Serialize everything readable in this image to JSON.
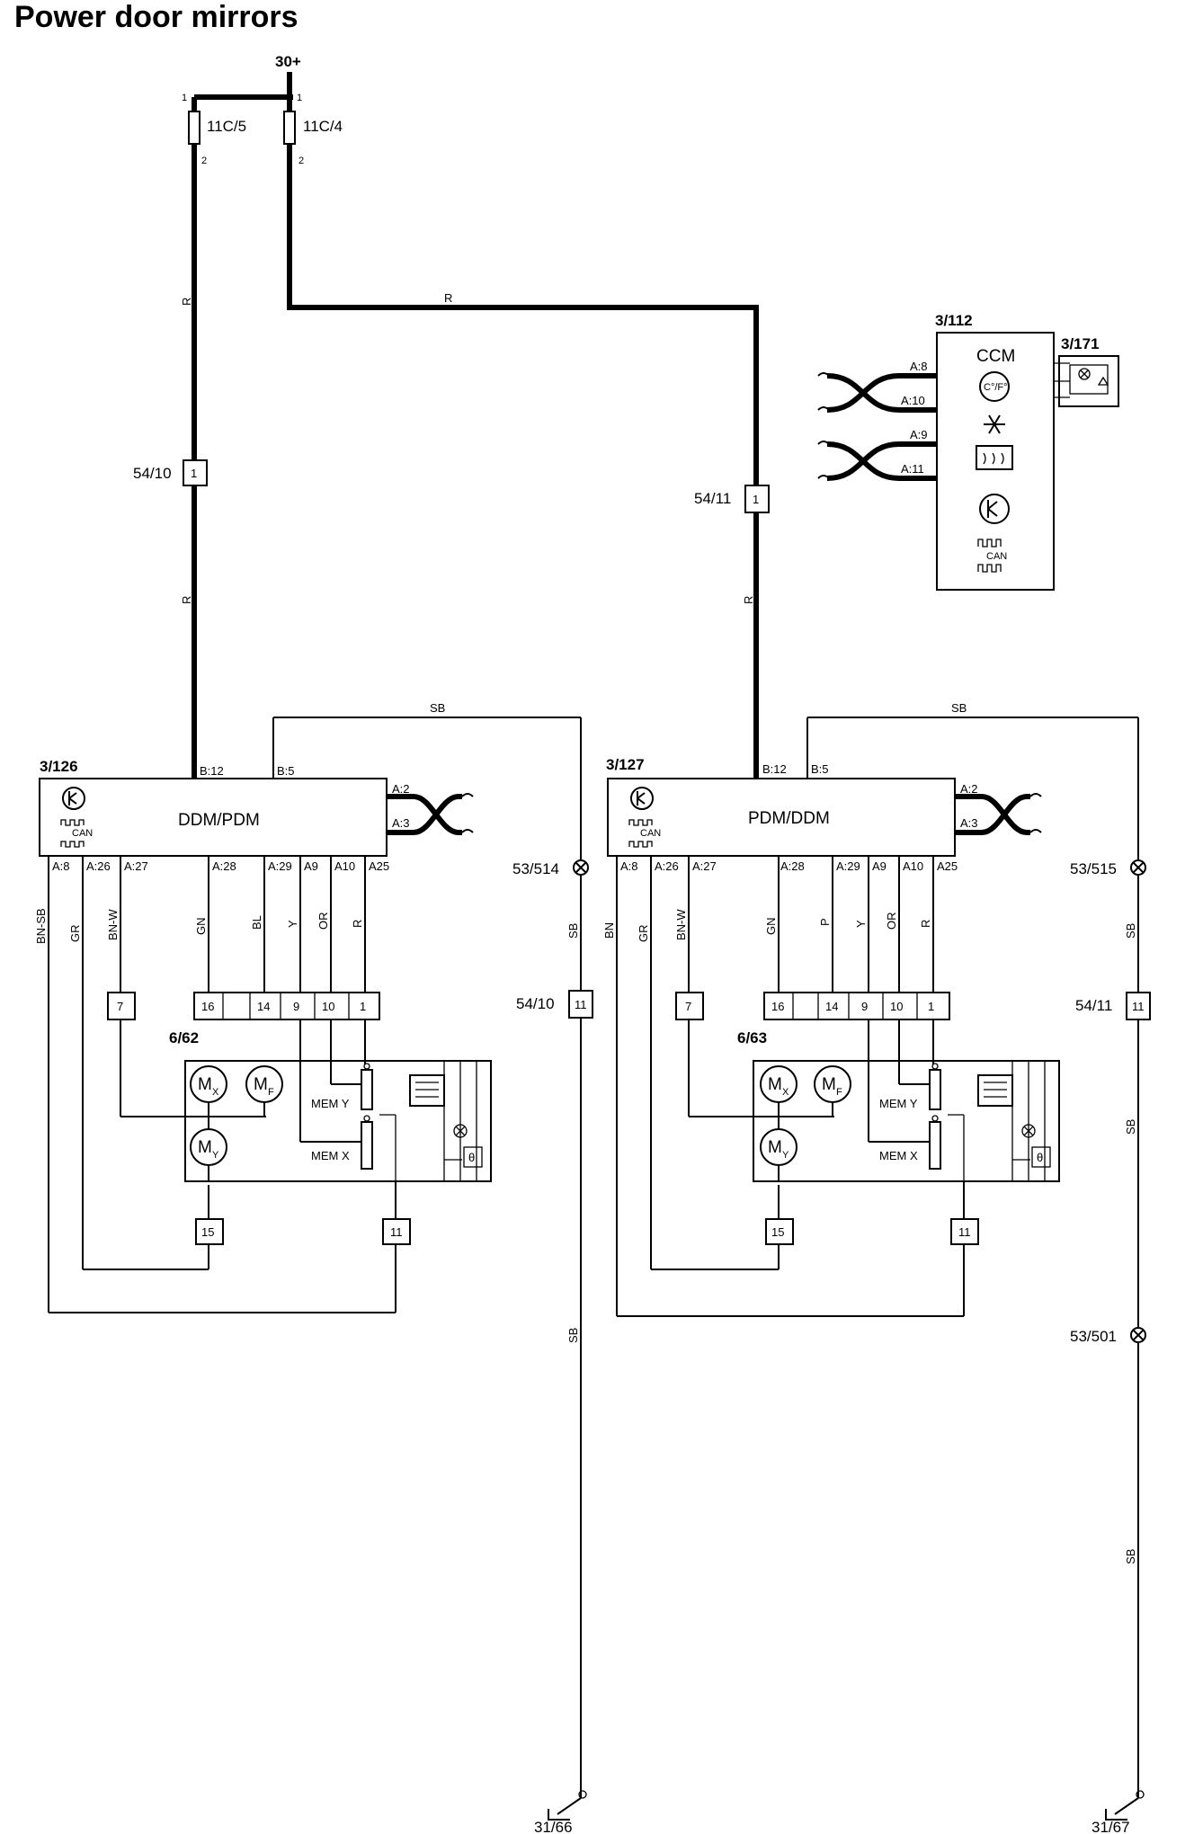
{
  "title": "Power door mirrors",
  "supply": {
    "label": "30+",
    "fuse_left": "11C/5",
    "fuse_right": "11C/4",
    "pin_top": "1",
    "pin_bottom": "2"
  },
  "wire_colors": {
    "R": "R",
    "SB": "SB",
    "GN": "GN",
    "GR": "GR",
    "BL": "BL",
    "Y": "Y",
    "OR": "OR",
    "BN": "BN",
    "BN_SB": "BN-SB",
    "BN_W": "BN-W",
    "P": "P"
  },
  "connectors": {
    "c54_10": "54/10",
    "c54_11": "54/11",
    "pin1": "1",
    "c54_10_pin": "11",
    "c54_11_pin": "11",
    "c53_514": "53/514",
    "c53_515": "53/515",
    "c53_501": "53/501",
    "g31_66": "31/66",
    "g31_67": "31/67"
  },
  "ccm": {
    "ref": "3/112",
    "name": "CCM",
    "unit_symbol": "C°/F°",
    "can": "CAN",
    "pins": [
      "A:8",
      "A:10",
      "A:9",
      "A:11"
    ],
    "sensor_ref": "3/171"
  },
  "left_module": {
    "ref": "3/126",
    "name": "DDM/PDM",
    "can": "CAN",
    "top_pins": [
      "B:12",
      "B:5"
    ],
    "right_pins": [
      "A:2",
      "A:3"
    ],
    "bottom_pins": [
      "A:8",
      "A:26",
      "A:27",
      "A:28",
      "A:29",
      "A9",
      "A10",
      "A25"
    ],
    "mirror_ref": "6/62",
    "conn_pins": [
      "16",
      "14",
      "9",
      "10",
      "1"
    ],
    "conn_7": "7",
    "conn_15": "15",
    "conn_11": "11",
    "mem_y": "MEM Y",
    "mem_x": "MEM X"
  },
  "right_module": {
    "ref": "3/127",
    "name": "PDM/DDM",
    "can": "CAN",
    "top_pins": [
      "B:12",
      "B:5"
    ],
    "right_pins": [
      "A:2",
      "A:3"
    ],
    "bottom_pins": [
      "A:8",
      "A:26",
      "A:27",
      "A:28",
      "A:29",
      "A9",
      "A10",
      "A25"
    ],
    "mirror_ref": "6/63",
    "conn_pins": [
      "16",
      "14",
      "9",
      "10",
      "1"
    ],
    "conn_7": "7",
    "conn_15": "15",
    "conn_11": "11",
    "mem_y": "MEM Y",
    "mem_x": "MEM X"
  },
  "motors": {
    "m": "M",
    "x": "X",
    "y": "Y",
    "f": "F"
  },
  "theta": "θ"
}
